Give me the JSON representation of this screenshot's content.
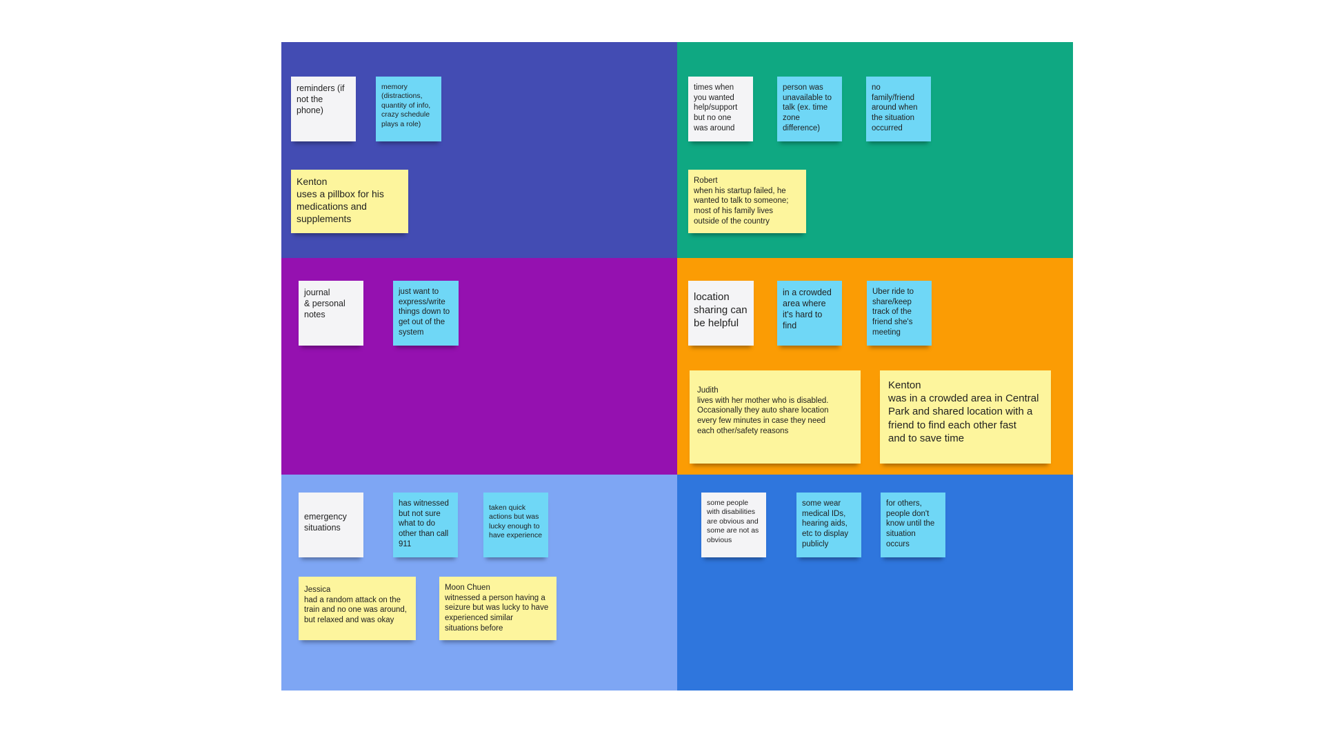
{
  "board": {
    "colors": {
      "top_left": "#434cb3",
      "top_right": "#0fa882",
      "middle_left": "#9511b0",
      "middle_right": "#fb9c04",
      "bottom_left": "#7ea6f4",
      "bottom_right": "#2f76dd",
      "white_note": "#f4f4f6",
      "blue_note": "#6fd7f6",
      "yellow_note": "#fdf59d"
    },
    "top_left": {
      "reminders": "reminders (if\nnot the\nphone)",
      "memory": "memory\n(distractions,\nquantity of info,\ncrazy schedule\nplays a role)",
      "kenton_pillbox": "Kenton\nuses a pillbox for his\nmedications and\nsupplements"
    },
    "top_right": {
      "times_when": "times when\nyou wanted\nhelp/support\nbut no one\nwas around",
      "person_unavailable": "person was\nunavailable to\ntalk (ex. time\nzone\ndifference)",
      "no_family": "no\nfamily/friend\naround when\nthe situation\noccurred",
      "robert": "Robert\nwhen his startup failed, he\nwanted to talk to someone;\nmost of his family lives\noutside of the country"
    },
    "middle_left": {
      "journal": "journal\n& personal\nnotes",
      "express": "just want to\nexpress/write\nthings down to\nget out of the\nsystem"
    },
    "middle_right": {
      "location_sharing": "location\nsharing can\nbe helpful",
      "crowded_area": "in a crowded\narea where\nit's hard to\nfind",
      "uber": "Uber ride to\nshare/keep\ntrack of the\nfriend she's\nmeeting",
      "judith": "Judith\nlives with her mother who is disabled.\nOccasionally they auto share location\nevery few minutes in case they need\neach other/safety reasons",
      "kenton_central_park": "Kenton\nwas in a crowded area in Central\nPark and shared location with a\nfriend to find each other fast\nand to save time"
    },
    "bottom_left": {
      "emergency": "emergency\nsituations",
      "witnessed": "has witnessed\nbut not sure\nwhat to do\nother than call\n911",
      "quick_actions": "taken quick\nactions but was\nlucky enough to\nhave experience",
      "jessica": "Jessica\nhad a random attack on the\ntrain and no one was around,\nbut relaxed and was okay",
      "moon_chuen": "Moon Chuen\nwitnessed a person having a\nseizure but  was lucky to have\nexperienced similar\nsituations before"
    },
    "bottom_right": {
      "disabilities": "some people\nwith disabilities\nare obvious and\nsome are not as\nobvious",
      "medical_ids": "some wear\nmedical IDs,\nhearing aids,\netc to display\npublicly",
      "for_others": "for others,\npeople don't\nknow until the\nsituation\noccurs"
    }
  }
}
